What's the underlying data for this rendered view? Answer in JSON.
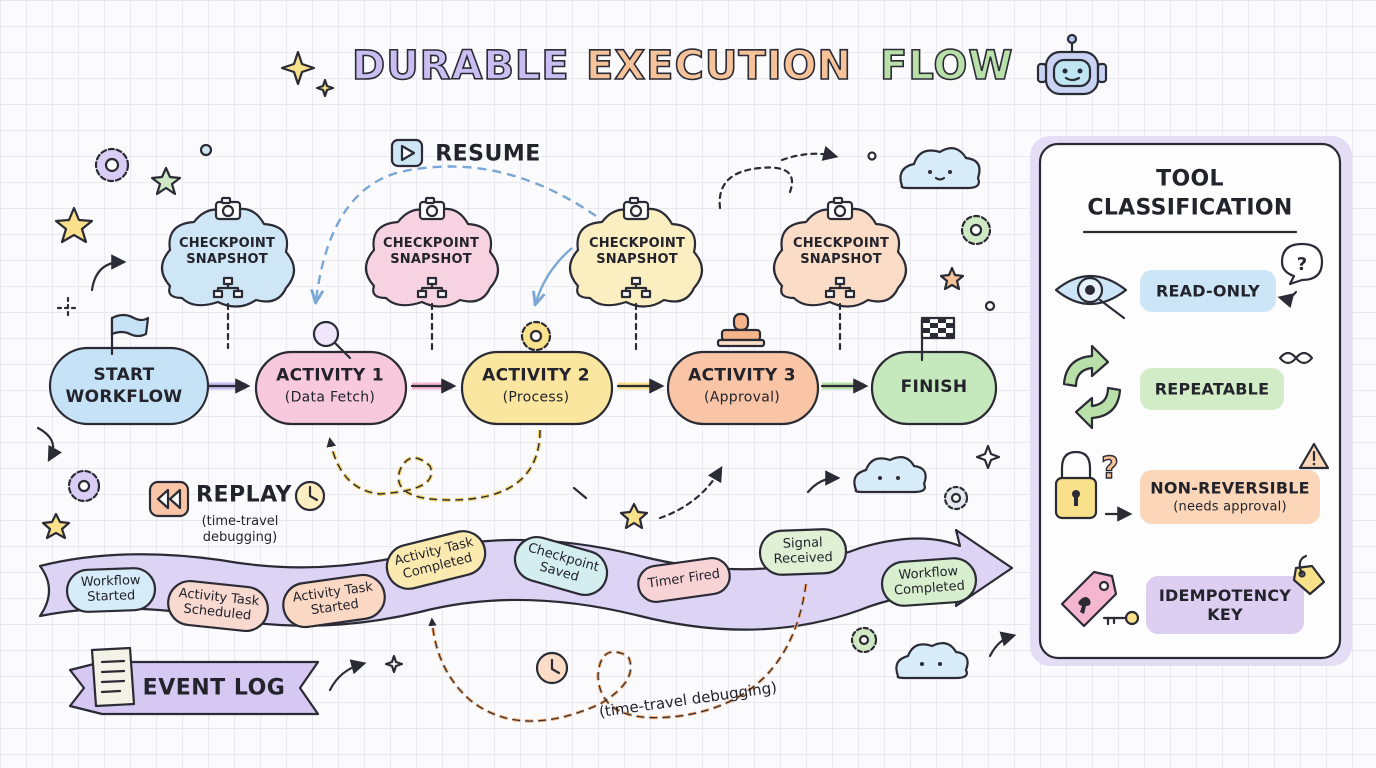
{
  "title": {
    "word1": "DURABLE",
    "word2": "EXECUTION",
    "word3": "FLOW",
    "colors": {
      "word1": "#c9bdf2",
      "word2": "#f6c29a",
      "word3": "#b8e0a8"
    }
  },
  "flow": {
    "resume_label": "RESUME",
    "checkpoints": [
      {
        "line1": "CHECKPOINT",
        "line2": "SNAPSHOT",
        "color": "#cfe6f7"
      },
      {
        "line1": "CHECKPOINT",
        "line2": "SNAPSHOT",
        "color": "#f7d3e2"
      },
      {
        "line1": "CHECKPOINT",
        "line2": "SNAPSHOT",
        "color": "#fbeec0"
      },
      {
        "line1": "CHECKPOINT",
        "line2": "SNAPSHOT",
        "color": "#fbdcc6"
      }
    ],
    "nodes": [
      {
        "line1": "START",
        "line2": "WORKFLOW",
        "color": "#c6e2f6",
        "icon": "flag-icon"
      },
      {
        "line1": "ACTIVITY 1",
        "line2": "(Data Fetch)",
        "color": "#f8c9dc",
        "icon": "magnifier-icon"
      },
      {
        "line1": "ACTIVITY 2",
        "line2": "(Process)",
        "color": "#fbe6a0",
        "icon": "gear-icon"
      },
      {
        "line1": "ACTIVITY 3",
        "line2": "(Approval)",
        "color": "#f9c5a6",
        "icon": "stamp-icon"
      },
      {
        "line1": "FINISH",
        "line2": "",
        "color": "#c5e8bd",
        "icon": "checkered-flag-icon"
      }
    ]
  },
  "replay": {
    "label": "REPLAY",
    "sub_line1": "(time-travel",
    "sub_line2": "debugging)"
  },
  "event_log": {
    "label": "EVENT LOG",
    "bottom_note": "(time-travel debugging)",
    "events": [
      {
        "line1": "Workflow",
        "line2": "Started",
        "color": "#d6ecf8"
      },
      {
        "line1": "Activity Task",
        "line2": "Scheduled",
        "color": "#f8d9d0"
      },
      {
        "line1": "Activity Task",
        "line2": "Started",
        "color": "#fbd8c4"
      },
      {
        "line1": "Activity Task",
        "line2": "Completed",
        "color": "#fbeab0"
      },
      {
        "line1": "Checkpoint",
        "line2": "Saved",
        "color": "#d4eef0"
      },
      {
        "line1": "Timer Fired",
        "line2": "",
        "color": "#f8d3d6"
      },
      {
        "line1": "Signal",
        "line2": "Received",
        "color": "#dff0d4"
      },
      {
        "line1": "Workflow",
        "line2": "Completed",
        "color": "#d8efcf"
      }
    ]
  },
  "tool_panel": {
    "heading_line1": "TOOL",
    "heading_line2": "CLASSIFICATION",
    "items": [
      {
        "label": "READ-ONLY",
        "sub": "",
        "color": "#cde6f7",
        "icon": "eye-magnifier-icon",
        "badge": "question-bubble-icon"
      },
      {
        "label": "REPEATABLE",
        "sub": "",
        "color": "#d3ecc8",
        "icon": "cycle-arrows-icon",
        "badge": "infinity-icon"
      },
      {
        "label": "NON-REVERSIBLE",
        "sub": "(needs approval)",
        "color": "#fbd6b8",
        "icon": "padlock-icon",
        "badge": "warning-icon"
      },
      {
        "label": "IDEMPOTENCY",
        "sub": "KEY",
        "color": "#dccff2",
        "icon": "key-tag-icon",
        "badge": "tag-icon"
      }
    ]
  }
}
